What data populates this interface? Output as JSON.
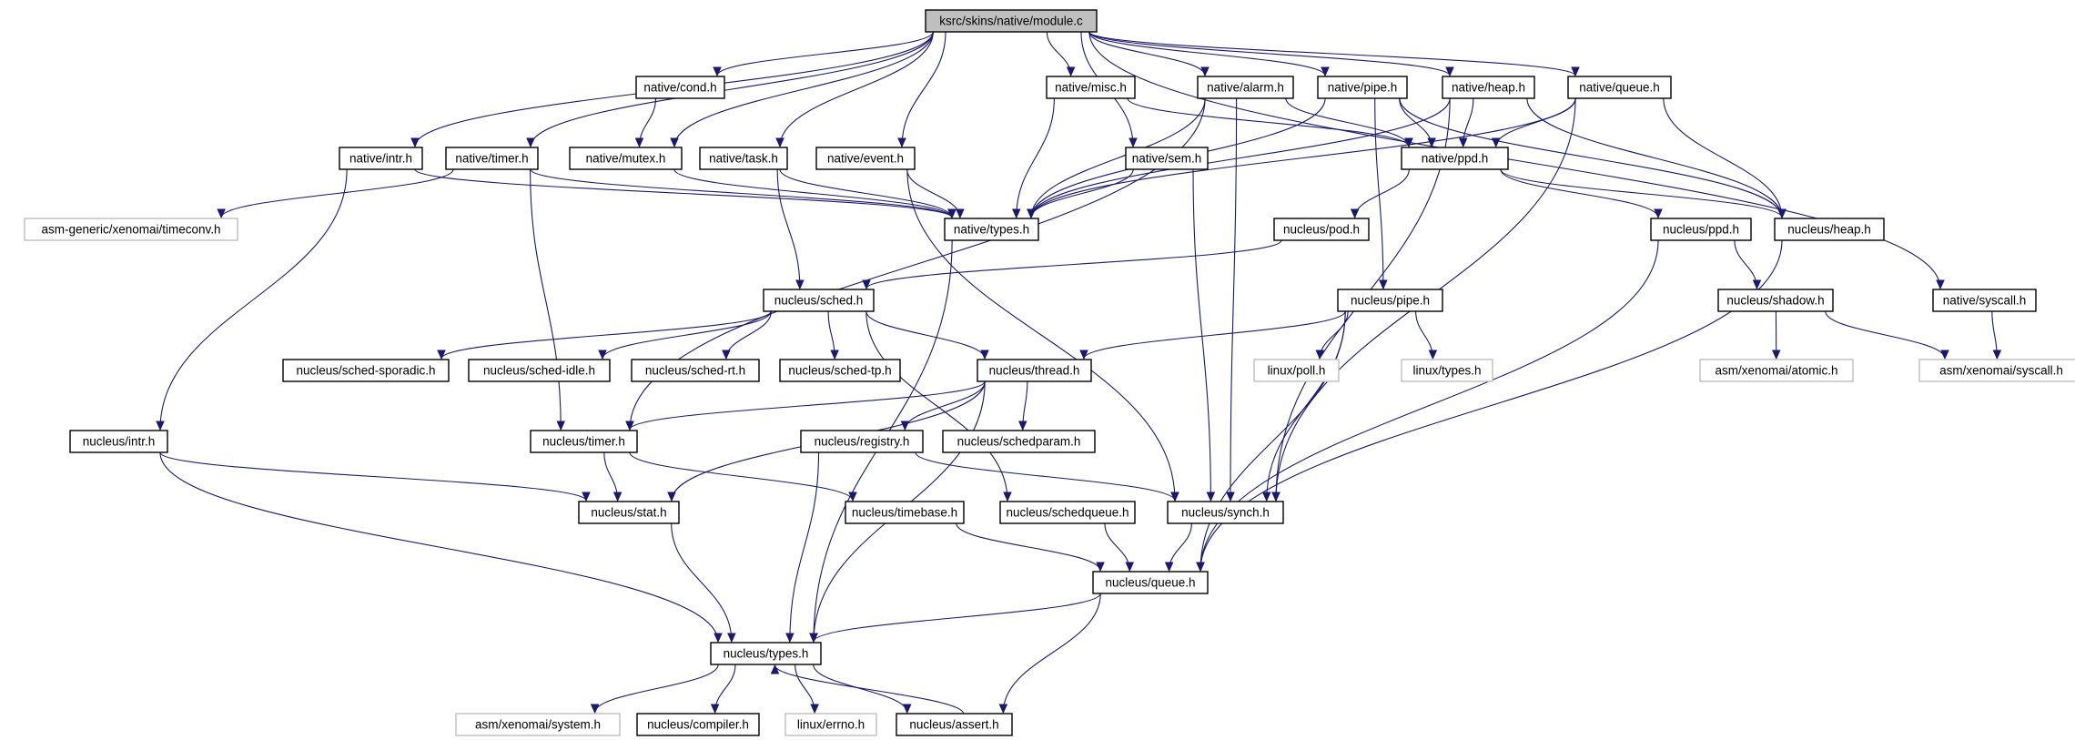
{
  "diagram": {
    "type": "include-dependency-graph",
    "nodes": [
      {
        "id": "module_c",
        "label": "ksrc/skins/native/module.c",
        "kind": "root"
      },
      {
        "id": "native_cond",
        "label": "native/cond.h",
        "kind": "file"
      },
      {
        "id": "native_misc",
        "label": "native/misc.h",
        "kind": "file"
      },
      {
        "id": "native_alarm",
        "label": "native/alarm.h",
        "kind": "file"
      },
      {
        "id": "native_pipe",
        "label": "native/pipe.h",
        "kind": "file"
      },
      {
        "id": "native_heap",
        "label": "native/heap.h",
        "kind": "file"
      },
      {
        "id": "native_queue",
        "label": "native/queue.h",
        "kind": "file"
      },
      {
        "id": "native_intr",
        "label": "native/intr.h",
        "kind": "file"
      },
      {
        "id": "native_timer",
        "label": "native/timer.h",
        "kind": "file"
      },
      {
        "id": "native_mutex",
        "label": "native/mutex.h",
        "kind": "file"
      },
      {
        "id": "native_task",
        "label": "native/task.h",
        "kind": "file"
      },
      {
        "id": "native_event",
        "label": "native/event.h",
        "kind": "file"
      },
      {
        "id": "native_sem",
        "label": "native/sem.h",
        "kind": "file"
      },
      {
        "id": "native_ppd",
        "label": "native/ppd.h",
        "kind": "file"
      },
      {
        "id": "asm_timeconv",
        "label": "asm-generic/xenomai/timeconv.h",
        "kind": "external"
      },
      {
        "id": "native_types",
        "label": "native/types.h",
        "kind": "file"
      },
      {
        "id": "nucleus_pod",
        "label": "nucleus/pod.h",
        "kind": "file"
      },
      {
        "id": "nucleus_ppd",
        "label": "nucleus/ppd.h",
        "kind": "file"
      },
      {
        "id": "nucleus_heap",
        "label": "nucleus/heap.h",
        "kind": "file"
      },
      {
        "id": "nucleus_sched",
        "label": "nucleus/sched.h",
        "kind": "file"
      },
      {
        "id": "nucleus_pipe",
        "label": "nucleus/pipe.h",
        "kind": "file"
      },
      {
        "id": "nucleus_shadow",
        "label": "nucleus/shadow.h",
        "kind": "file"
      },
      {
        "id": "native_syscall",
        "label": "native/syscall.h",
        "kind": "file"
      },
      {
        "id": "sched_sporadic",
        "label": "nucleus/sched-sporadic.h",
        "kind": "file"
      },
      {
        "id": "sched_idle",
        "label": "nucleus/sched-idle.h",
        "kind": "file"
      },
      {
        "id": "sched_rt",
        "label": "nucleus/sched-rt.h",
        "kind": "file"
      },
      {
        "id": "sched_tp",
        "label": "nucleus/sched-tp.h",
        "kind": "file"
      },
      {
        "id": "nucleus_thread",
        "label": "nucleus/thread.h",
        "kind": "file"
      },
      {
        "id": "linux_poll",
        "label": "linux/poll.h",
        "kind": "external"
      },
      {
        "id": "linux_types",
        "label": "linux/types.h",
        "kind": "external"
      },
      {
        "id": "asm_atomic",
        "label": "asm/xenomai/atomic.h",
        "kind": "external"
      },
      {
        "id": "asm_syscall",
        "label": "asm/xenomai/syscall.h",
        "kind": "external"
      },
      {
        "id": "nucleus_intr",
        "label": "nucleus/intr.h",
        "kind": "file"
      },
      {
        "id": "nucleus_timer",
        "label": "nucleus/timer.h",
        "kind": "file"
      },
      {
        "id": "nucleus_registry",
        "label": "nucleus/registry.h",
        "kind": "file"
      },
      {
        "id": "nucleus_schedparam",
        "label": "nucleus/schedparam.h",
        "kind": "file"
      },
      {
        "id": "nucleus_stat",
        "label": "nucleus/stat.h",
        "kind": "file"
      },
      {
        "id": "nucleus_timebase",
        "label": "nucleus/timebase.h",
        "kind": "file"
      },
      {
        "id": "nucleus_schedqueue",
        "label": "nucleus/schedqueue.h",
        "kind": "file"
      },
      {
        "id": "nucleus_synch",
        "label": "nucleus/synch.h",
        "kind": "file"
      },
      {
        "id": "nucleus_queue",
        "label": "nucleus/queue.h",
        "kind": "file"
      },
      {
        "id": "nucleus_types",
        "label": "nucleus/types.h",
        "kind": "file"
      },
      {
        "id": "asm_system",
        "label": "asm/xenomai/system.h",
        "kind": "external"
      },
      {
        "id": "nucleus_compiler",
        "label": "nucleus/compiler.h",
        "kind": "file"
      },
      {
        "id": "linux_errno",
        "label": "linux/errno.h",
        "kind": "external"
      },
      {
        "id": "nucleus_assert",
        "label": "nucleus/assert.h",
        "kind": "file"
      }
    ],
    "edges": [
      [
        "module_c",
        "native_cond"
      ],
      [
        "module_c",
        "native_misc"
      ],
      [
        "module_c",
        "native_alarm"
      ],
      [
        "module_c",
        "native_pipe"
      ],
      [
        "module_c",
        "native_heap"
      ],
      [
        "module_c",
        "native_queue"
      ],
      [
        "module_c",
        "native_intr"
      ],
      [
        "module_c",
        "native_timer"
      ],
      [
        "module_c",
        "native_mutex"
      ],
      [
        "module_c",
        "native_task"
      ],
      [
        "module_c",
        "native_event"
      ],
      [
        "module_c",
        "native_sem"
      ],
      [
        "module_c",
        "native_syscall"
      ],
      [
        "native_cond",
        "native_mutex"
      ],
      [
        "native_misc",
        "native_types"
      ],
      [
        "native_misc",
        "native_ppd"
      ],
      [
        "native_alarm",
        "native_types"
      ],
      [
        "native_alarm",
        "native_ppd"
      ],
      [
        "native_alarm",
        "nucleus_synch"
      ],
      [
        "native_alarm",
        "nucleus_timer"
      ],
      [
        "native_pipe",
        "native_types"
      ],
      [
        "native_pipe",
        "native_ppd"
      ],
      [
        "native_pipe",
        "nucleus_heap"
      ],
      [
        "native_pipe",
        "nucleus_pipe"
      ],
      [
        "native_heap",
        "native_types"
      ],
      [
        "native_heap",
        "native_ppd"
      ],
      [
        "native_heap",
        "nucleus_heap"
      ],
      [
        "native_heap",
        "nucleus_synch"
      ],
      [
        "native_queue",
        "native_types"
      ],
      [
        "native_queue",
        "native_ppd"
      ],
      [
        "native_queue",
        "nucleus_heap"
      ],
      [
        "native_queue",
        "nucleus_synch"
      ],
      [
        "native_intr",
        "native_types"
      ],
      [
        "native_intr",
        "nucleus_intr"
      ],
      [
        "native_timer",
        "native_types"
      ],
      [
        "native_timer",
        "asm_timeconv"
      ],
      [
        "native_timer",
        "nucleus_timer"
      ],
      [
        "native_mutex",
        "native_types"
      ],
      [
        "native_task",
        "native_types"
      ],
      [
        "native_task",
        "nucleus_sched"
      ],
      [
        "native_event",
        "native_types"
      ],
      [
        "native_event",
        "nucleus_synch"
      ],
      [
        "native_sem",
        "native_types"
      ],
      [
        "native_sem",
        "nucleus_synch"
      ],
      [
        "native_ppd",
        "nucleus_pod"
      ],
      [
        "native_ppd",
        "nucleus_ppd"
      ],
      [
        "native_ppd",
        "nucleus_heap"
      ],
      [
        "native_types",
        "nucleus_types"
      ],
      [
        "nucleus_pod",
        "nucleus_sched"
      ],
      [
        "nucleus_ppd",
        "nucleus_shadow"
      ],
      [
        "nucleus_ppd",
        "nucleus_queue"
      ],
      [
        "nucleus_heap",
        "nucleus_queue"
      ],
      [
        "nucleus_sched",
        "sched_sporadic"
      ],
      [
        "nucleus_sched",
        "sched_idle"
      ],
      [
        "nucleus_sched",
        "sched_rt"
      ],
      [
        "nucleus_sched",
        "sched_tp"
      ],
      [
        "nucleus_sched",
        "nucleus_thread"
      ],
      [
        "nucleus_sched",
        "nucleus_schedqueue"
      ],
      [
        "nucleus_pipe",
        "nucleus_thread"
      ],
      [
        "nucleus_pipe",
        "linux_poll"
      ],
      [
        "nucleus_pipe",
        "linux_types"
      ],
      [
        "nucleus_pipe",
        "nucleus_synch"
      ],
      [
        "nucleus_pipe",
        "nucleus_queue"
      ],
      [
        "nucleus_shadow",
        "asm_atomic"
      ],
      [
        "nucleus_shadow",
        "asm_syscall"
      ],
      [
        "native_syscall",
        "asm_syscall"
      ],
      [
        "nucleus_thread",
        "nucleus_timer"
      ],
      [
        "nucleus_thread",
        "nucleus_registry"
      ],
      [
        "nucleus_thread",
        "nucleus_schedparam"
      ],
      [
        "nucleus_thread",
        "nucleus_stat"
      ],
      [
        "nucleus_thread",
        "nucleus_types"
      ],
      [
        "nucleus_intr",
        "nucleus_stat"
      ],
      [
        "nucleus_intr",
        "nucleus_types"
      ],
      [
        "nucleus_timer",
        "nucleus_stat"
      ],
      [
        "nucleus_timer",
        "nucleus_timebase"
      ],
      [
        "nucleus_registry",
        "nucleus_types"
      ],
      [
        "nucleus_registry",
        "nucleus_synch"
      ],
      [
        "nucleus_stat",
        "nucleus_types"
      ],
      [
        "nucleus_timebase",
        "nucleus_queue"
      ],
      [
        "nucleus_schedqueue",
        "nucleus_queue"
      ],
      [
        "nucleus_synch",
        "nucleus_queue"
      ],
      [
        "nucleus_queue",
        "nucleus_types"
      ],
      [
        "nucleus_queue",
        "nucleus_assert"
      ],
      [
        "nucleus_types",
        "asm_system"
      ],
      [
        "nucleus_types",
        "nucleus_compiler"
      ],
      [
        "nucleus_types",
        "linux_errno"
      ],
      [
        "nucleus_types",
        "nucleus_assert"
      ],
      [
        "nucleus_assert",
        "nucleus_types"
      ]
    ]
  }
}
